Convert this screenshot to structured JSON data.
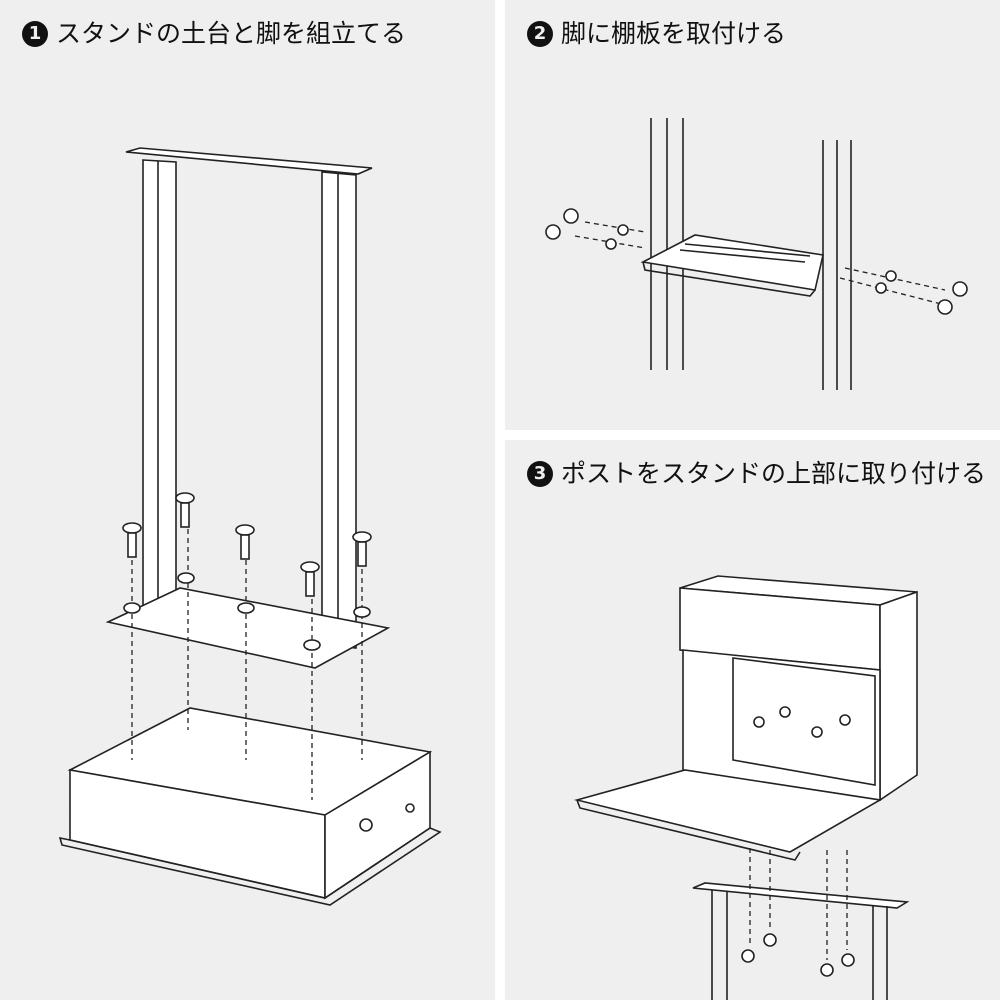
{
  "steps": [
    {
      "number": "1",
      "title": "スタンドの土台と脚を組立てる"
    },
    {
      "number": "2",
      "title": "脚に棚板を取付ける"
    },
    {
      "number": "3",
      "title": "ポストをスタンドの上部に取り付ける"
    }
  ]
}
